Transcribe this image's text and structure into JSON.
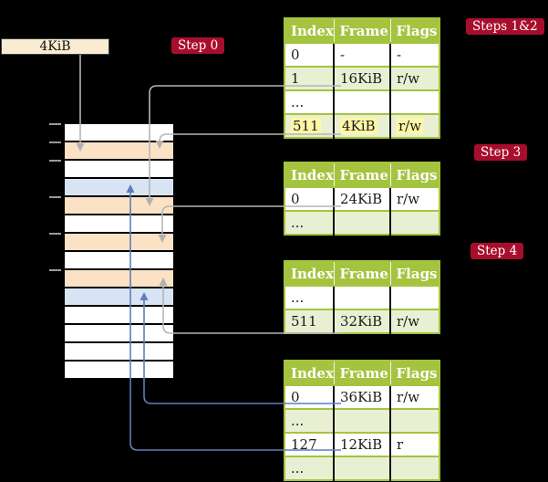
{
  "colors": {
    "background": "#000000",
    "badge_crimson": "#a80e2c",
    "header_green": "#a4c43f",
    "row_pale_green": "#e9efd3",
    "frame_peach": "#fbe2c4",
    "frame_blue": "#d8e4f3",
    "highlight_yellow": "#fdf7a6",
    "frame_box_cream": "#f9ecd2",
    "gray_wire": "#b5b5b5",
    "blue_wire": "#5d7eb8"
  },
  "frame_box": {
    "label": "4KiB"
  },
  "steps": [
    {
      "label": "Step 0"
    },
    {
      "label": "Steps 1&2"
    },
    {
      "label": "Step 3"
    },
    {
      "label": "Step 4"
    }
  ],
  "memory_column": {
    "rows": [
      "white",
      "peach",
      "white",
      "blue",
      "peach",
      "white",
      "peach",
      "white",
      "peach",
      "blue",
      "white",
      "white",
      "white",
      "white"
    ],
    "tick_ys": [
      136,
      156,
      176,
      216,
      256,
      296
    ]
  },
  "tables": [
    {
      "headers": [
        "Index",
        "Frame",
        "Flags"
      ],
      "rows": [
        {
          "index": "0",
          "frame": "-",
          "flags": "-",
          "shaded": false,
          "highlight": false
        },
        {
          "index": "1",
          "frame": "16KiB",
          "flags": "r/w",
          "shaded": true,
          "highlight": false
        },
        {
          "index": "...",
          "frame": "",
          "flags": "",
          "shaded": false,
          "highlight": false
        },
        {
          "index": "511",
          "frame": "4KiB",
          "flags": "r/w",
          "shaded": true,
          "highlight": true
        }
      ]
    },
    {
      "headers": [
        "Index",
        "Frame",
        "Flags"
      ],
      "rows": [
        {
          "index": "0",
          "frame": "24KiB",
          "flags": "r/w",
          "shaded": false,
          "highlight": false
        },
        {
          "index": "...",
          "frame": "",
          "flags": "",
          "shaded": true,
          "highlight": false
        }
      ]
    },
    {
      "headers": [
        "Index",
        "Frame",
        "Flags"
      ],
      "rows": [
        {
          "index": "...",
          "frame": "",
          "flags": "",
          "shaded": false,
          "highlight": false
        },
        {
          "index": "511",
          "frame": "32KiB",
          "flags": "r/w",
          "shaded": true,
          "highlight": false
        }
      ]
    },
    {
      "headers": [
        "Index",
        "Frame",
        "Flags"
      ],
      "rows": [
        {
          "index": "0",
          "frame": "36KiB",
          "flags": "r/w",
          "shaded": false,
          "highlight": false
        },
        {
          "index": "...",
          "frame": "",
          "flags": "",
          "shaded": true,
          "highlight": false
        },
        {
          "index": "127",
          "frame": "12KiB",
          "flags": "r",
          "shaded": false,
          "highlight": false
        },
        {
          "index": "...",
          "frame": "",
          "flags": "",
          "shaded": true,
          "highlight": false
        }
      ]
    }
  ],
  "connectors": [
    {
      "from": "4KiB frame box",
      "to": "memory frame at 4KiB",
      "color": "gray"
    },
    {
      "from": "table1 entry 1 (16KiB)",
      "to": "memory frame at 16KiB",
      "color": "gray"
    },
    {
      "from": "table1 entry 511 (4KiB)",
      "to": "memory frame at 4KiB",
      "color": "gray"
    },
    {
      "from": "table2 entry 0 (24KiB)",
      "to": "memory frame at 24KiB",
      "color": "gray"
    },
    {
      "from": "table3 entry 511 (32KiB)",
      "to": "memory frame at 32KiB",
      "color": "gray"
    },
    {
      "from": "table4 entry 0 (36KiB)",
      "to": "memory frame at 36KiB",
      "color": "blue"
    },
    {
      "from": "table4 entry 127 (12KiB)",
      "to": "memory frame at 12KiB",
      "color": "blue"
    }
  ]
}
